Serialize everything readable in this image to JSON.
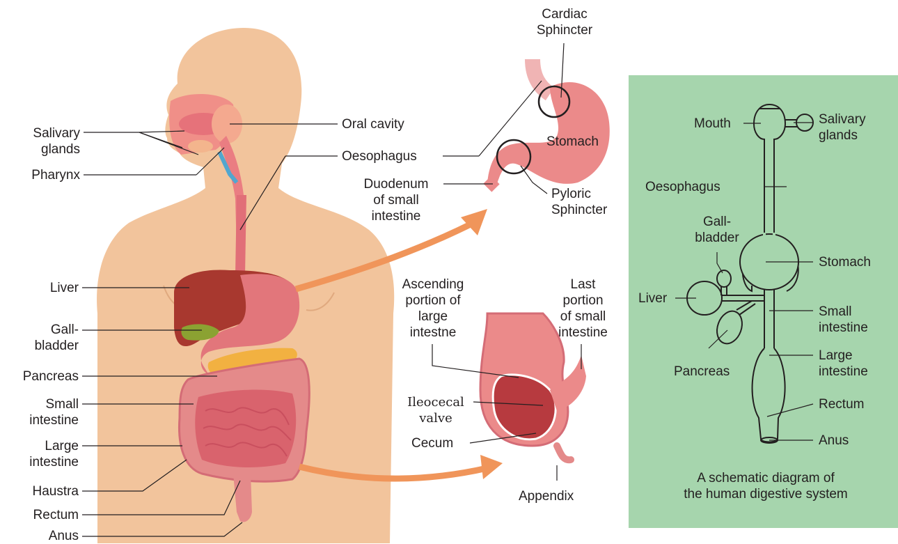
{
  "colors": {
    "skin": "#f2c49c",
    "schematic_bg": "#a6d5ad",
    "arrow": "#f0955a",
    "liver": "#a8382f",
    "stomach": "#e2767b",
    "intestine": "#e48a8a",
    "pancreas": "#f2b141",
    "gallbladder": "#8ba232"
  },
  "body_labels": {
    "salivary": "Salivary\nglands",
    "pharynx": "Pharynx",
    "oral_cavity": "Oral cavity",
    "oesophagus": "Oesophagus",
    "liver": "Liver",
    "gallbladder": "Gall-\nbladder",
    "pancreas": "Pancreas",
    "small_intestine": "Small\nintestine",
    "large_intestine": "Large\nintestine",
    "haustra": "Haustra",
    "rectum": "Rectum",
    "anus": "Anus"
  },
  "stomach_detail": {
    "cardiac": "Cardiac\nSphincter",
    "stomach": "Stomach",
    "duodenum": "Duodenum\nof small\nintestine",
    "pyloric": "Pyloric\nSphincter"
  },
  "cecum_detail": {
    "ascending": "Ascending\nportion of\nlarge\nintestne",
    "last_portion": "Last\nportion\nof small\nintestine",
    "ileocecal": "Ileocecal\nvalve",
    "cecum": "Cecum",
    "appendix": "Appendix"
  },
  "schematic": {
    "mouth": "Mouth",
    "salivary": "Salivary\nglands",
    "oesophagus": "Oesophagus",
    "gallbladder": "Gall-\nbladder",
    "stomach": "Stomach",
    "liver": "Liver",
    "small_intestine": "Small\nintestine",
    "pancreas": "Pancreas",
    "large_intestine": "Large\nintestine",
    "rectum": "Rectum",
    "anus": "Anus",
    "caption": "A schematic diagram of\nthe human digestive system"
  }
}
